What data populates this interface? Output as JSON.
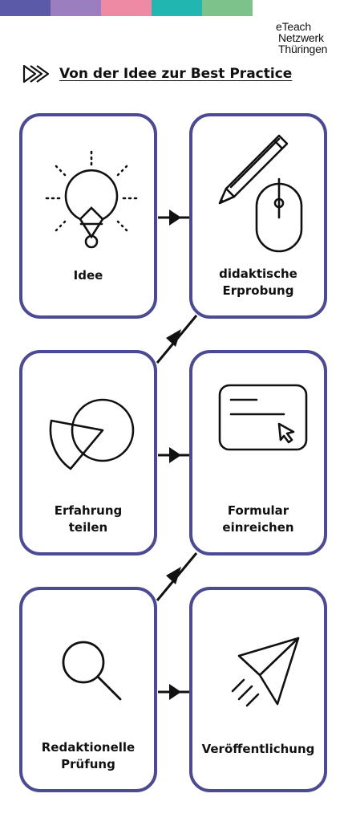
{
  "header": {
    "color_bar": [
      "#5a5aa8",
      "#9a7ec0",
      "#ef8aa4",
      "#21b7b0",
      "#7dc28b"
    ],
    "brand_lines": [
      "eTeach",
      "Netzwerk",
      "Thüringen"
    ]
  },
  "title": {
    "text": "Von der Idee zur Best Practice",
    "icon": "play-arrows-icon"
  },
  "steps": [
    {
      "label": "Idee",
      "icon": "lightbulb-icon"
    },
    {
      "label": "didaktische\nErprobung",
      "icon": "pencil-mouse-icon"
    },
    {
      "label": "Erfahrung\nteilen",
      "icon": "share-shapes-icon"
    },
    {
      "label": "Formular\neinreichen",
      "icon": "form-cursor-icon"
    },
    {
      "label": "Redaktionelle\nPrüfung",
      "icon": "magnifier-icon"
    },
    {
      "label": "Veröffentlichung",
      "icon": "paper-plane-icon"
    }
  ],
  "colors": {
    "card_border": "#4b4a93",
    "stroke": "#111111"
  }
}
